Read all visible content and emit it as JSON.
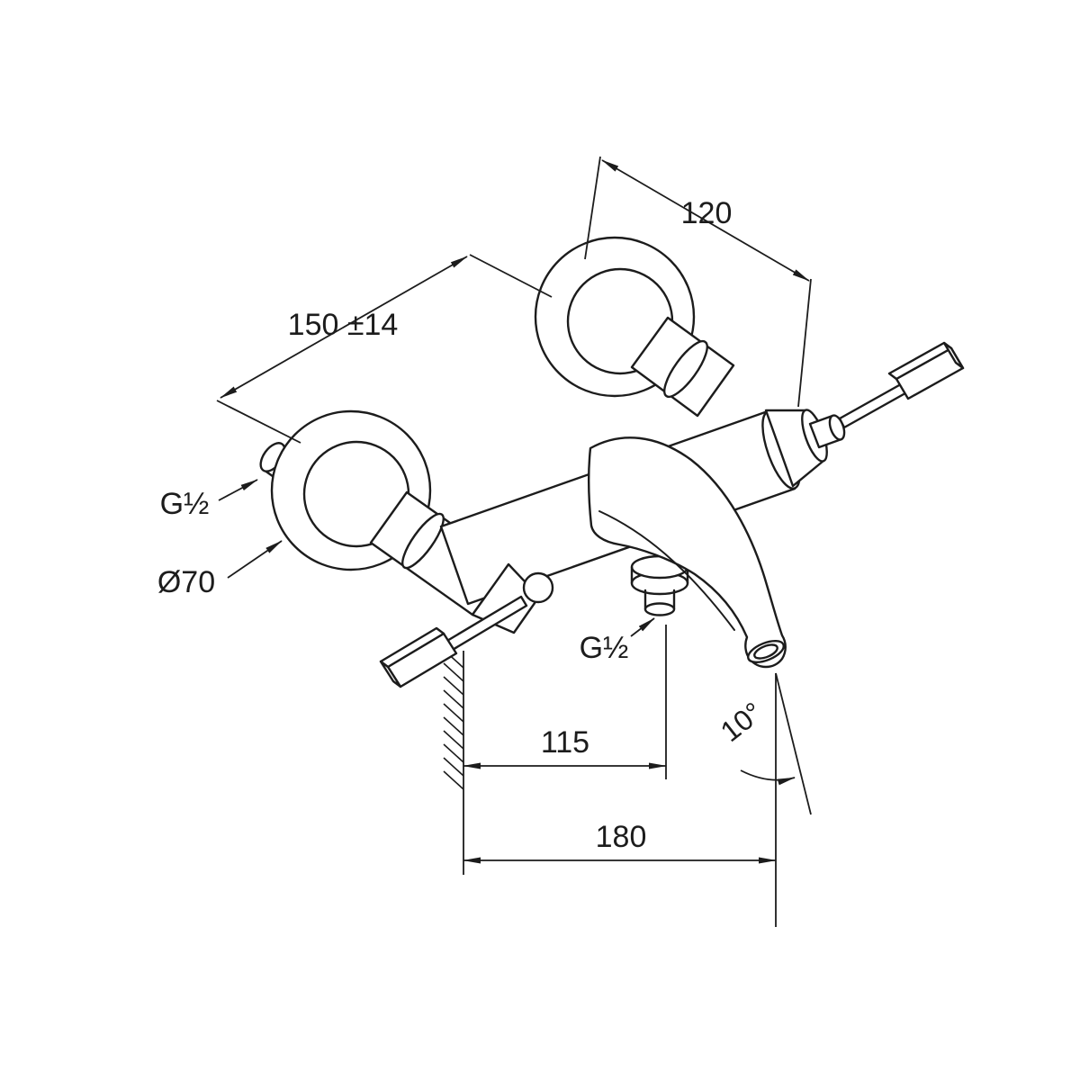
{
  "page": {
    "background": "#ffffff",
    "line_color": "#1c1c1c"
  },
  "annotations": {
    "dim_120": "120",
    "dim_150": "150 ±14",
    "thread_inlet": "G½",
    "diameter_flange": "Ø70",
    "thread_outlet": "G½",
    "dim_115": "115",
    "angle_spout": "10°",
    "dim_180": "180"
  }
}
